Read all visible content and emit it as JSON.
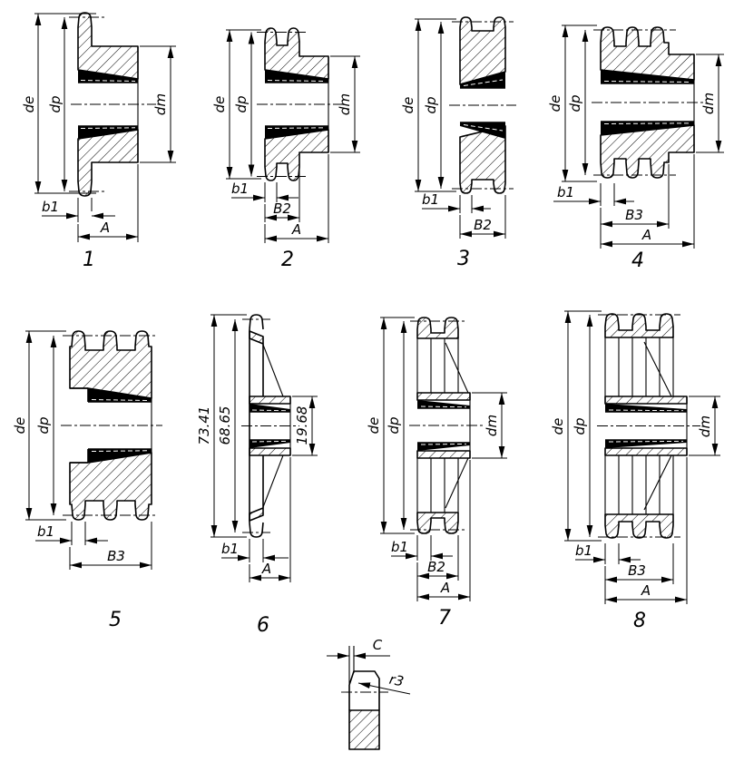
{
  "page": {
    "background": "#ffffff",
    "line_color": "#000000"
  },
  "fig1": {
    "number": "1",
    "de": "de",
    "dp": "dp",
    "dm": "dm",
    "b1": "b1",
    "A": "A"
  },
  "fig2": {
    "number": "2",
    "de": "de",
    "dp": "dp",
    "dm": "dm",
    "b1": "b1",
    "B2": "B2",
    "A": "A"
  },
  "fig3": {
    "number": "3",
    "de": "de",
    "dp": "dp",
    "b1": "b1",
    "B2": "B2"
  },
  "fig4": {
    "number": "4",
    "de": "de",
    "dp": "dp",
    "dm": "dm",
    "b1": "b1",
    "B3": "B3",
    "A": "A"
  },
  "fig5": {
    "number": "5",
    "de": "de",
    "dp": "dp",
    "b1": "b1",
    "B3": "B3"
  },
  "fig6": {
    "number": "6",
    "outer_dia": "73.41",
    "pitch_dia": "68.65",
    "hub_dia": "19.68",
    "b1": "b1",
    "A": "A"
  },
  "fig7": {
    "number": "7",
    "de": "de",
    "dp": "dp",
    "dm": "dm",
    "b1": "b1",
    "B2": "B2",
    "A": "A"
  },
  "fig8": {
    "number": "8",
    "de": "de",
    "dp": "dp",
    "dm": "dm",
    "b1": "b1",
    "B3": "B3",
    "A": "A"
  },
  "detail": {
    "chamfer": "C",
    "radius": "r3"
  }
}
